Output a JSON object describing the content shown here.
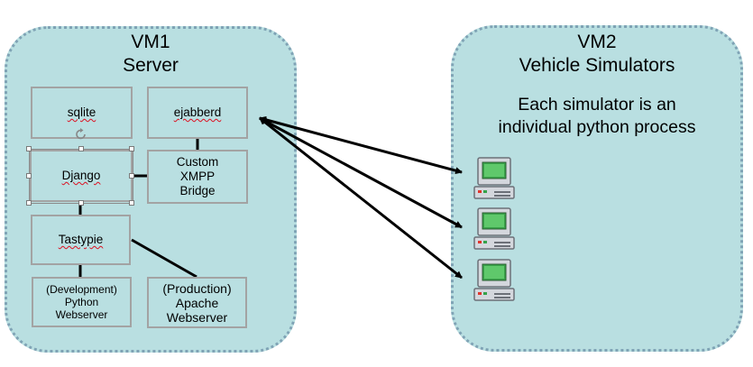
{
  "vm1": {
    "title": "VM1",
    "subtitle": "Server",
    "components": {
      "sqlite": "sqlite",
      "ejabberd": "ejabberd",
      "django": "Django",
      "custom_xmpp_bridge": [
        "Custom",
        "XMPP",
        "Bridge"
      ],
      "tastypie": "Tastypie",
      "dev_webserver": [
        "(Development)",
        "Python",
        "Webserver"
      ],
      "prod_webserver": [
        "(Production)",
        "Apache",
        "Webserver"
      ]
    }
  },
  "vm2": {
    "title": "VM2",
    "subtitle": "Vehicle Simulators",
    "description": [
      "Each simulator is an",
      "individual python process"
    ],
    "simulator_count": 3
  },
  "colors": {
    "vm_fill": "#b9dfe1",
    "vm_border": "#7fa3b5",
    "box_border": "#a3a3a3",
    "connector": "#000000",
    "spellcheck": "#dd1122"
  },
  "icons": {
    "simulator": "computer-terminal-icon",
    "rotate": "rotate-handle-icon"
  }
}
